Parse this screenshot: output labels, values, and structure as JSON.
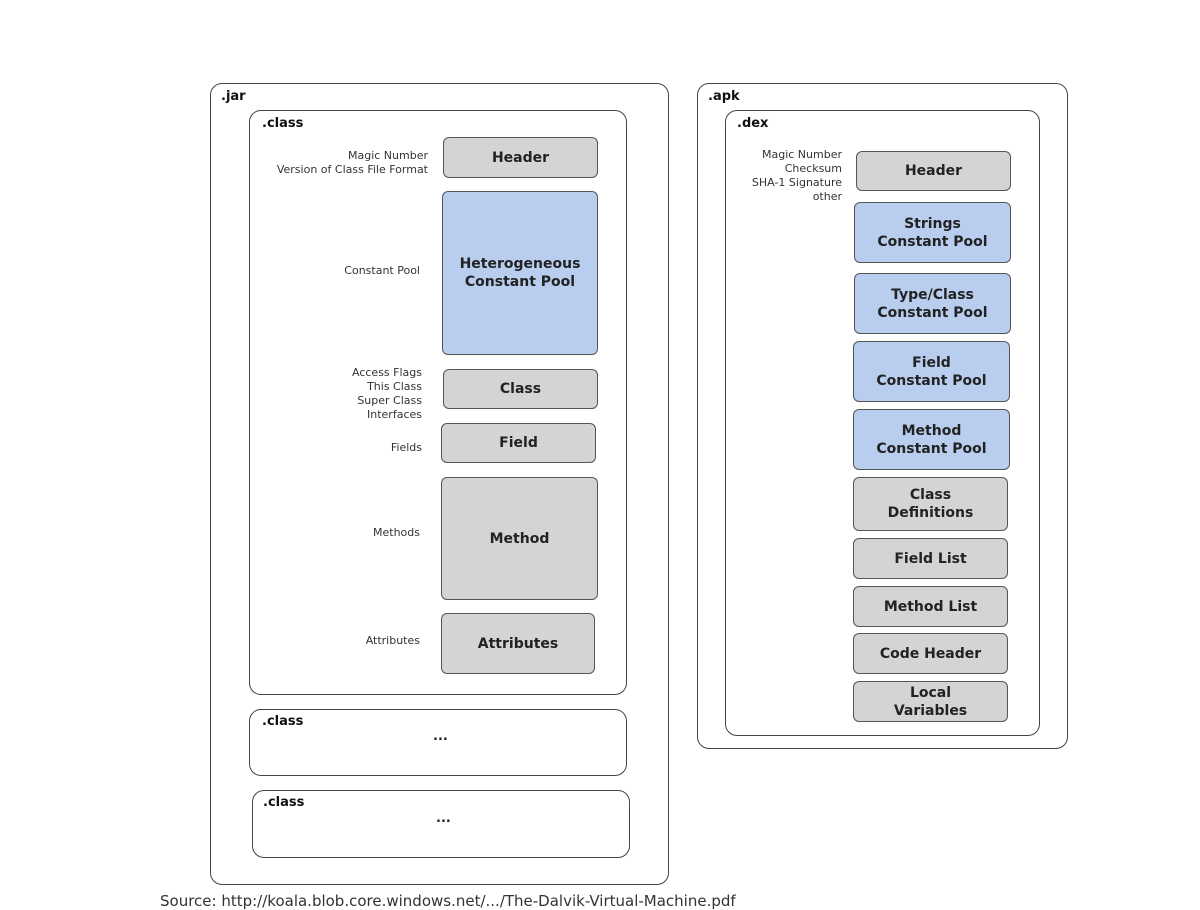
{
  "jar": {
    "title": ".jar",
    "class_main": {
      "title": ".class",
      "header": {
        "label": "Magic Number\nVersion of Class File Format",
        "box": "Header"
      },
      "constant_pool": {
        "label": "Constant Pool",
        "box": "Heterogeneous\nConstant Pool"
      },
      "class": {
        "label": "Access Flags\nThis Class\nSuper Class\nInterfaces",
        "box": "Class"
      },
      "field": {
        "label": "Fields",
        "box": "Field"
      },
      "method": {
        "label": "Methods",
        "box": "Method"
      },
      "attributes": {
        "label": "Attributes",
        "box": "Attributes"
      }
    },
    "class_2": {
      "title": ".class",
      "ellipsis": "..."
    },
    "class_3": {
      "title": ".class",
      "ellipsis": "..."
    }
  },
  "apk": {
    "title": ".apk",
    "dex": {
      "title": ".dex",
      "header_label": "Magic Number\nChecksum\nSHA-1 Signature\nother",
      "boxes": [
        {
          "text": "Header",
          "color": "gray"
        },
        {
          "text": "Strings\nConstant Pool",
          "color": "blue"
        },
        {
          "text": "Type/Class\nConstant Pool",
          "color": "blue"
        },
        {
          "text": "Field\nConstant Pool",
          "color": "blue"
        },
        {
          "text": "Method\nConstant Pool",
          "color": "blue"
        },
        {
          "text": "Class\nDefinitions",
          "color": "gray"
        },
        {
          "text": "Field List",
          "color": "gray"
        },
        {
          "text": "Method List",
          "color": "gray"
        },
        {
          "text": "Code Header",
          "color": "gray"
        },
        {
          "text": "Local\nVariables",
          "color": "gray"
        }
      ]
    }
  },
  "colors": {
    "gray_box": "#d4d4d4",
    "blue_box": "#b9cdee",
    "border": "#444444"
  },
  "source": "Source: http://koala.blob.core.windows.net/.../The-Dalvik-Virtual-Machine.pdf"
}
